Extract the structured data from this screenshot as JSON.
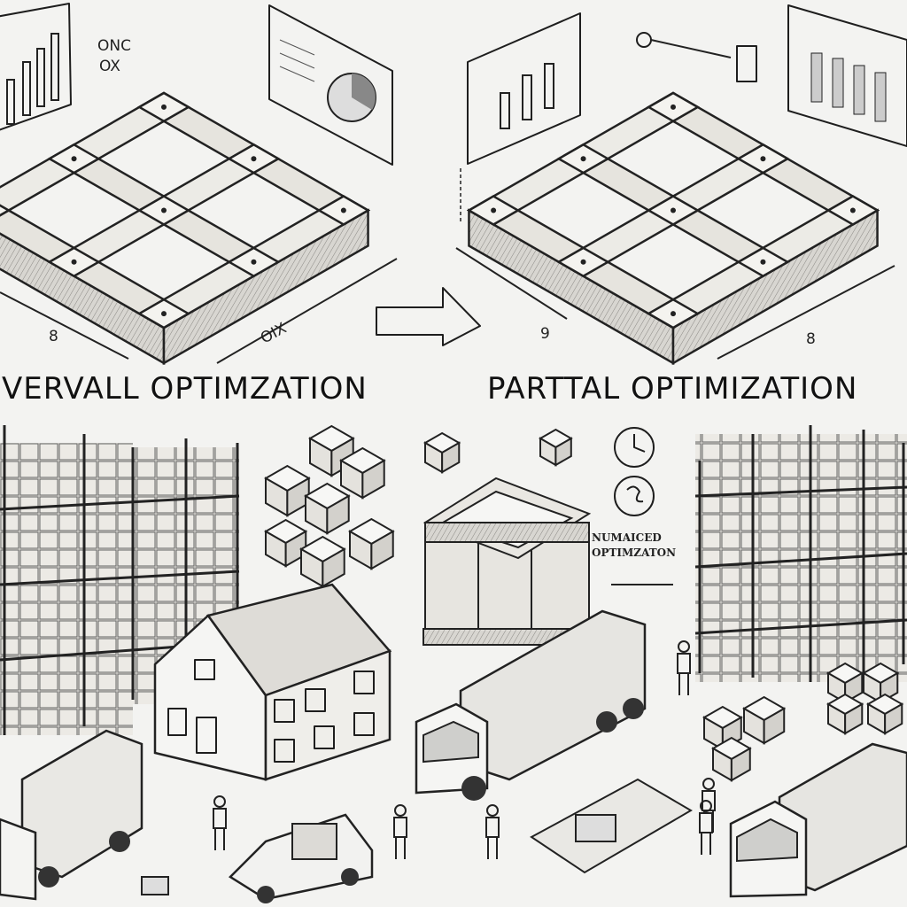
{
  "top_left": {
    "title": "VERVALL OPTIMZATION",
    "chart_label_1": "ONC",
    "chart_label_2": "OX",
    "dimension_label": "OIX",
    "corner_mark": "8"
  },
  "top_right": {
    "title": "PARTTAL OPTIMIZATION",
    "dimension_label": "8",
    "corner_mark": "9"
  },
  "bottom_right": {
    "label_line_1": "NUMAICED",
    "label_line_2": "OPTIMZATON"
  },
  "colors": {
    "background": "#f3f3f1",
    "ink": "#1e1e1e",
    "wood": "#e6e4de",
    "shade": "#b9b8b4"
  }
}
